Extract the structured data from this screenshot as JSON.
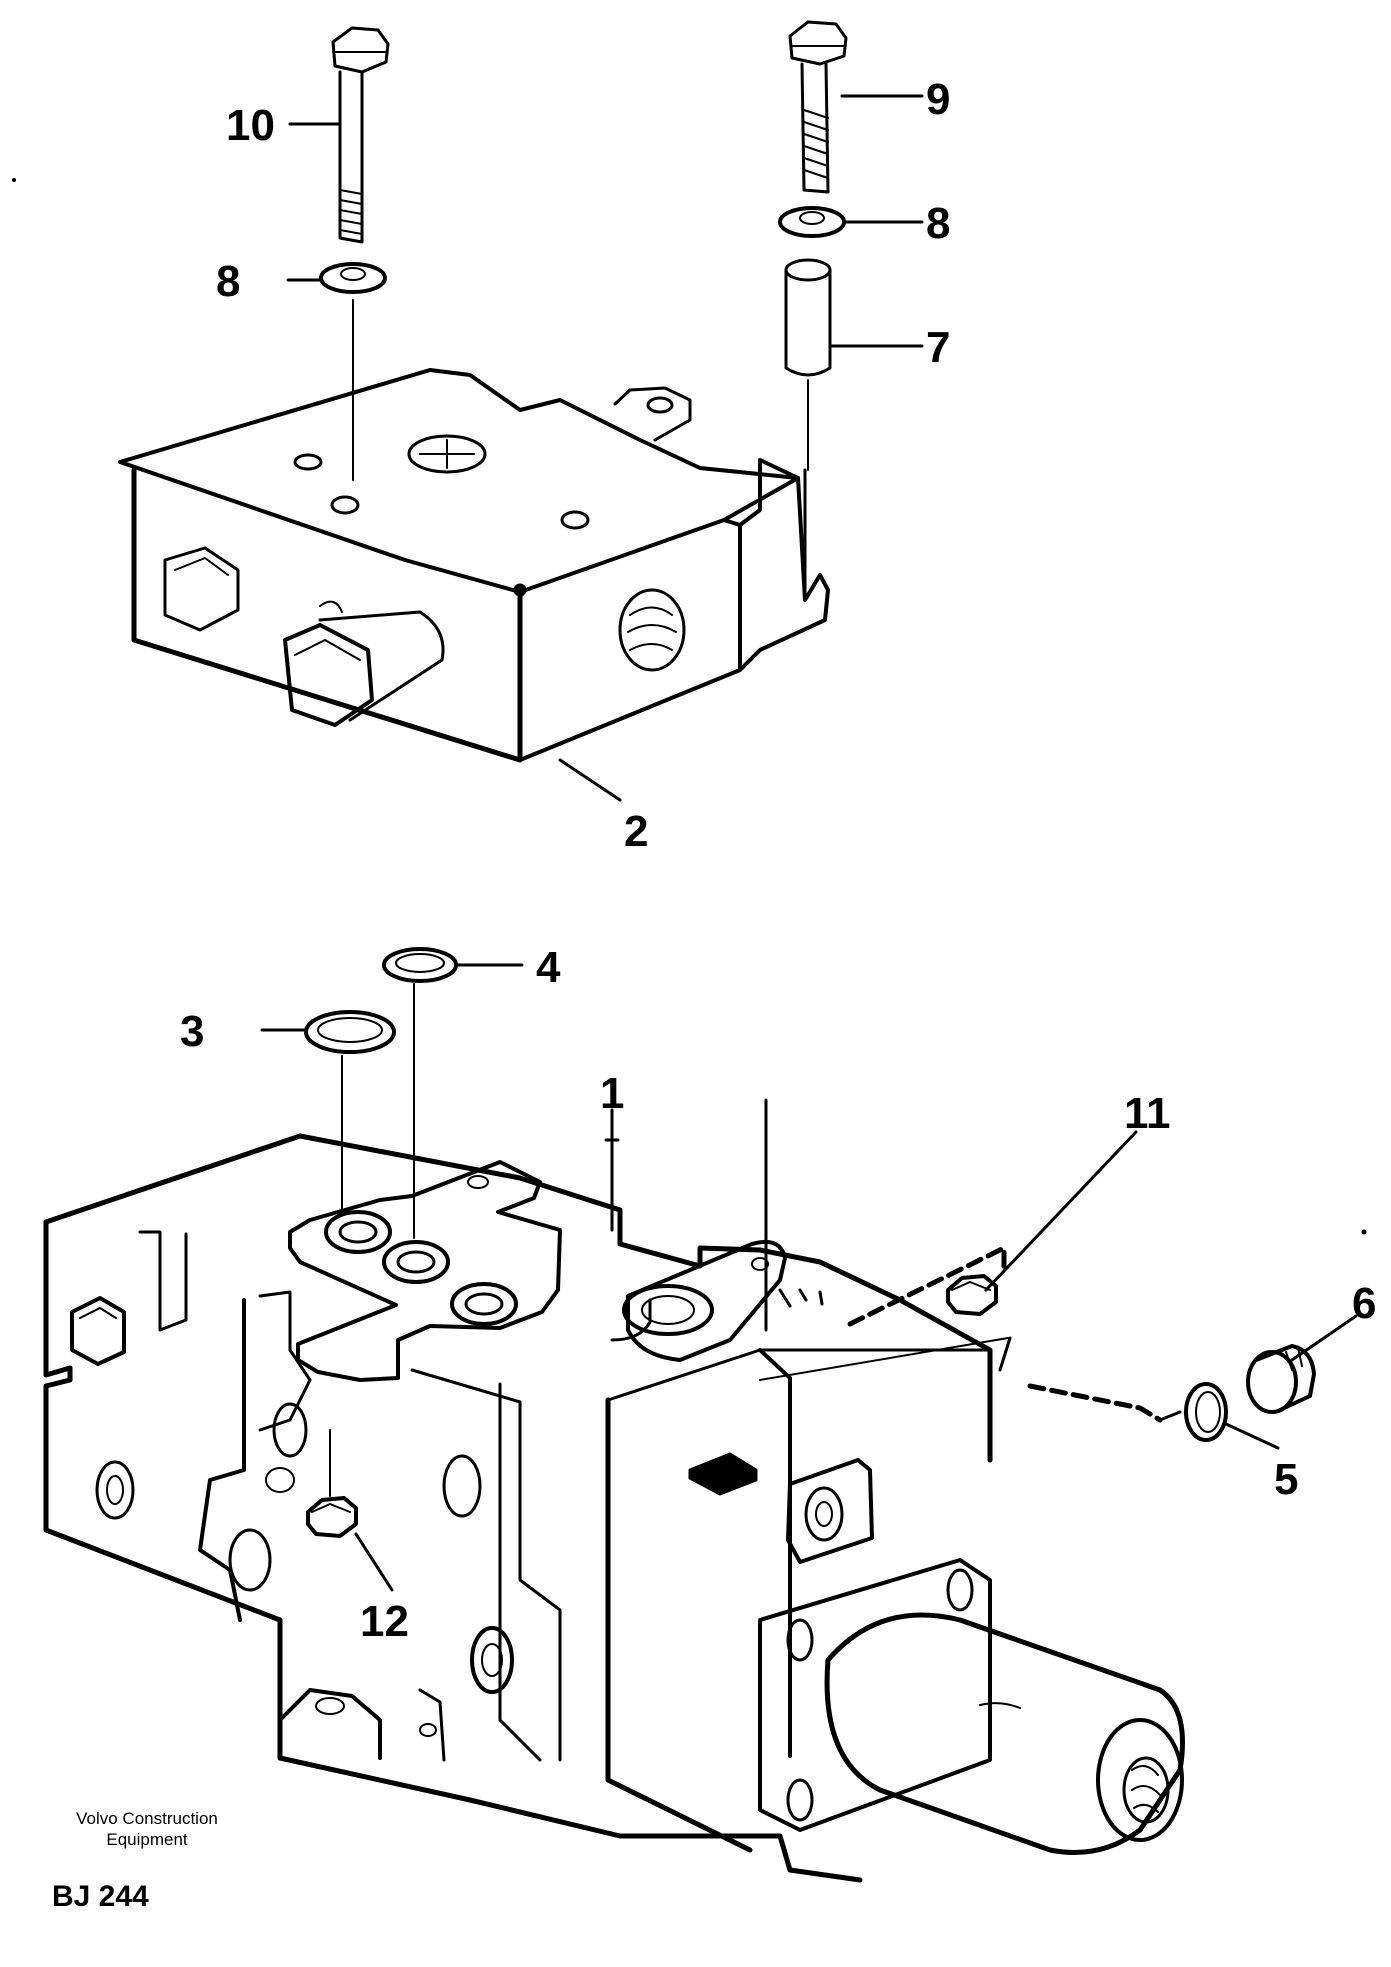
{
  "callouts": {
    "c1": "1",
    "c2": "2",
    "c3": "3",
    "c4": "4",
    "c5": "5",
    "c6": "6",
    "c7": "7",
    "c8a": "8",
    "c8b": "8",
    "c9": "9",
    "c10": "10",
    "c11": "11",
    "c12": "12"
  },
  "footer": {
    "brand_line1": "Volvo Construction",
    "brand_line2": "Equipment",
    "code": "BJ 244"
  }
}
